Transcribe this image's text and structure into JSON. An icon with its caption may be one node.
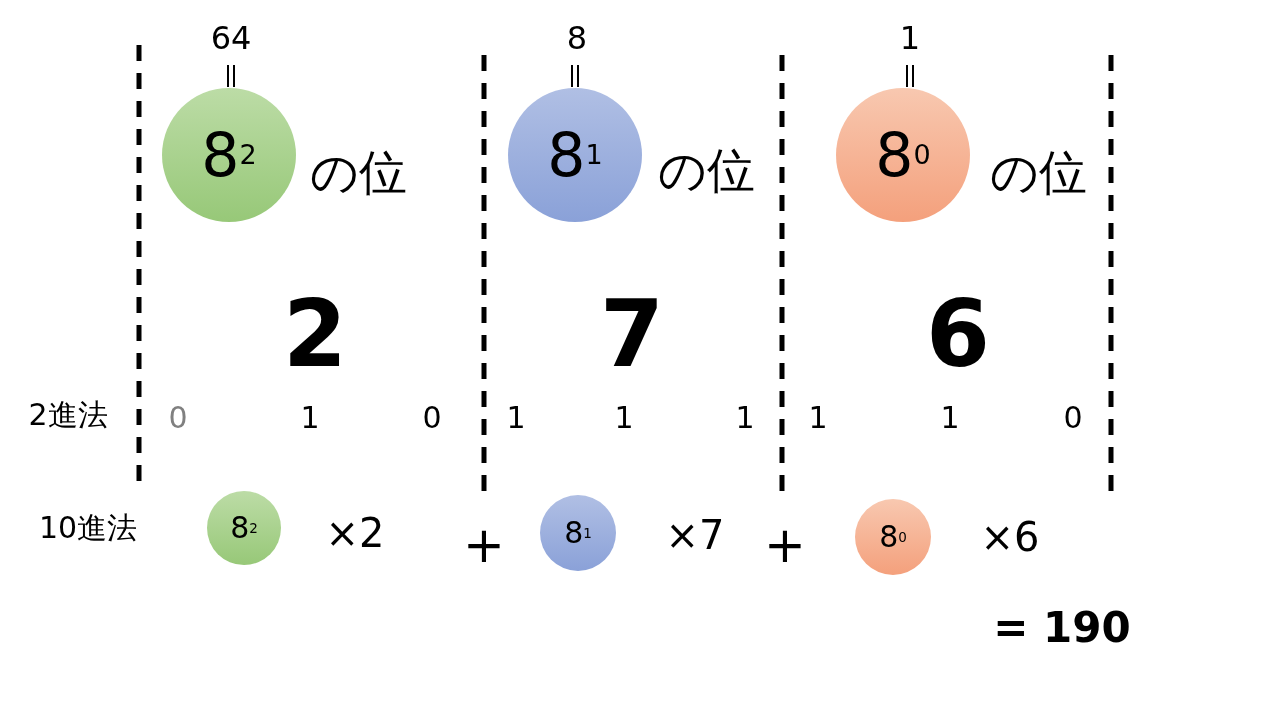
{
  "diagram": {
    "nodes": [
      {
        "text": [
          "8$^{2}$"
        ],
        "beside": [
          "64",
          "の位"
        ]
      },
      {
        "text": [
          "8$^{1}$"
        ],
        "beside": [
          "8",
          "の位"
        ]
      },
      {
        "text": [
          "8$^{0}$"
        ],
        "beside": [
          "1",
          "の位"
        ]
      },
      {
        "text": [
          "8$^{2}$"
        ],
        "beside": [
          "×2"
        ]
      },
      {
        "text": [
          "8$^{1}$"
        ],
        "beside": [
          "×7"
        ]
      },
      {
        "text": [
          "8$^{0}$"
        ],
        "beside": [
          "×6"
        ]
      }
    ],
    "edges": [],
    "labels": [
      "2",
      "7",
      "6",
      "2進法",
      "0",
      "1",
      "0",
      "1",
      "1",
      "1",
      "1",
      "1",
      "0",
      "10進法",
      "+",
      "+",
      "= 190"
    ]
  }
}
